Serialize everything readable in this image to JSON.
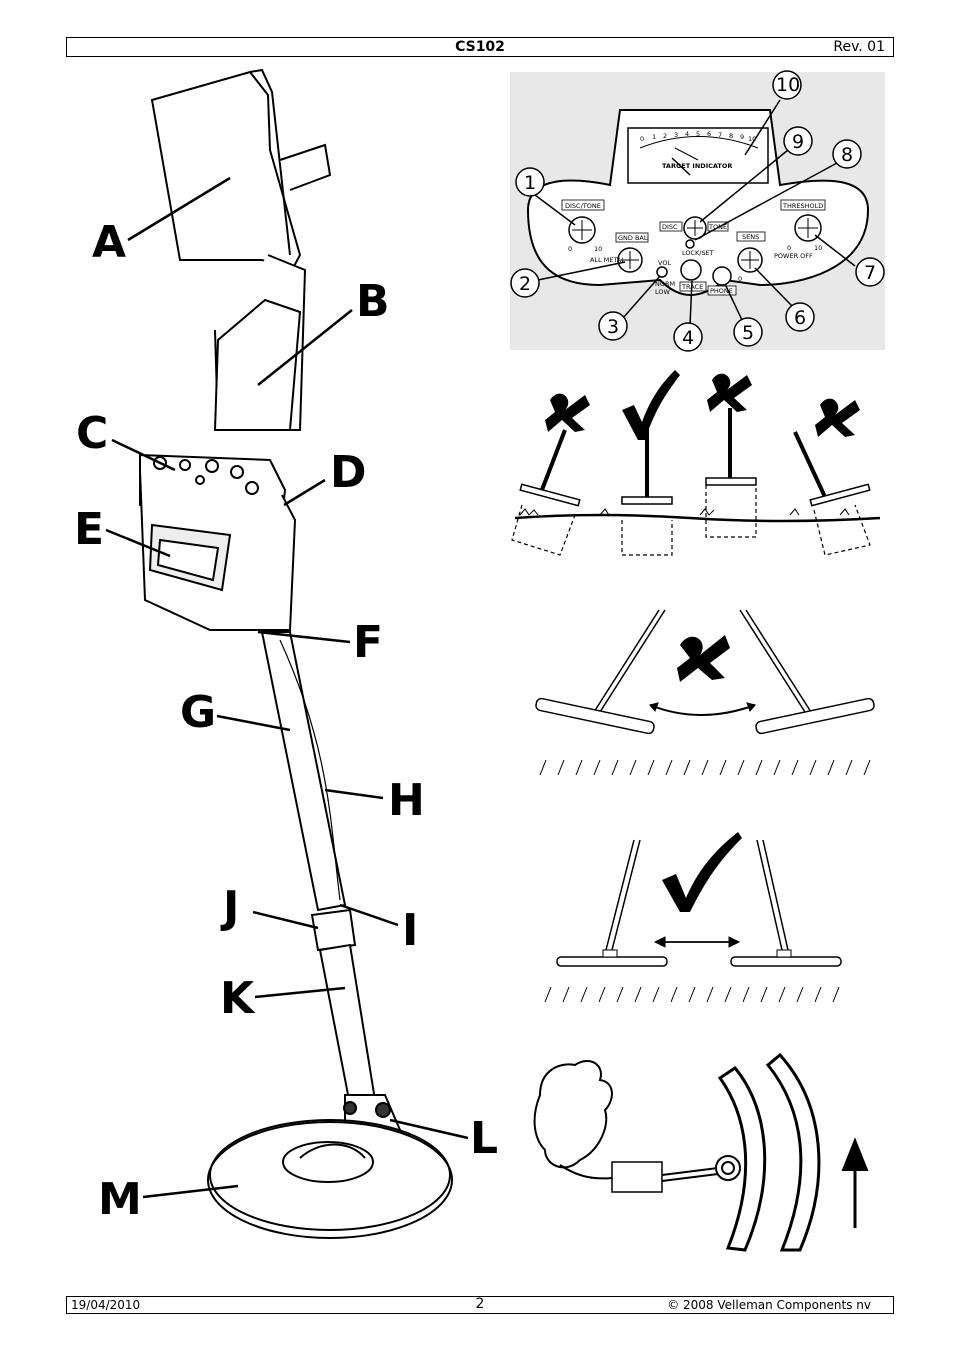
{
  "header": {
    "model": "CS102",
    "revision": "Rev. 01"
  },
  "footer": {
    "date": "19/04/2010",
    "page": "2",
    "copyright": "© 2008 Velleman Components nv"
  },
  "part_labels": [
    "A",
    "B",
    "C",
    "D",
    "E",
    "F",
    "G",
    "H",
    "I",
    "J",
    "K",
    "L",
    "M"
  ],
  "panel": {
    "callouts": [
      "1",
      "2",
      "3",
      "4",
      "5",
      "6",
      "7",
      "8",
      "9",
      "10"
    ],
    "meter_title": "TARGET INDICATOR",
    "meter_scale": [
      "0",
      "1",
      "2",
      "3",
      "4",
      "5",
      "6",
      "7",
      "8",
      "9",
      "10"
    ],
    "disc_tone": "DISC/TONE",
    "all_metal": "ALL METAL",
    "gnd_bal": "GND BAL",
    "vol": "VOL",
    "norm": "NORM",
    "low": "LOW",
    "disc": "DISC",
    "tone": "TONE",
    "lock": "LOCK/SET",
    "trace": "TRACE",
    "phone": "PHONE",
    "sens": "SENS",
    "threshold": "THRESHOLD",
    "power_off": "POWER OFF",
    "zero": "0",
    "ten": "10"
  }
}
